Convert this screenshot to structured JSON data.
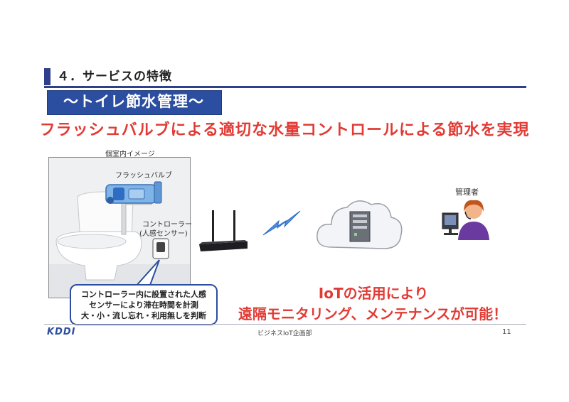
{
  "header": {
    "section_title": "４．サービスの特徴",
    "subtitle": "～トイレ節水管理～"
  },
  "headline": "フラッシュバルブによる適切な水量コントロールによる節水を実現",
  "diagram": {
    "room_label": "個室内イメージ",
    "valve_label": "フラッシュバルブ",
    "controller_label": "コントローラー",
    "controller_sub": "(人感センサー)",
    "admin_label": "管理者"
  },
  "callout": {
    "lines": [
      "コントローラー内に設置された人感",
      "センサーにより滞在時間を計測",
      "大・小・流し忘れ・利用無しを判断"
    ]
  },
  "iot": {
    "line1": "IoTの活用により",
    "line2": "遠隔モニタリング、メンテナンスが可能！"
  },
  "footer": {
    "logo": "KDDI",
    "department": "ビジネスIoT企画部",
    "page_number": "11"
  },
  "colors": {
    "accent_blue": "#2c4ea0",
    "headline_red": "#e23a34"
  }
}
